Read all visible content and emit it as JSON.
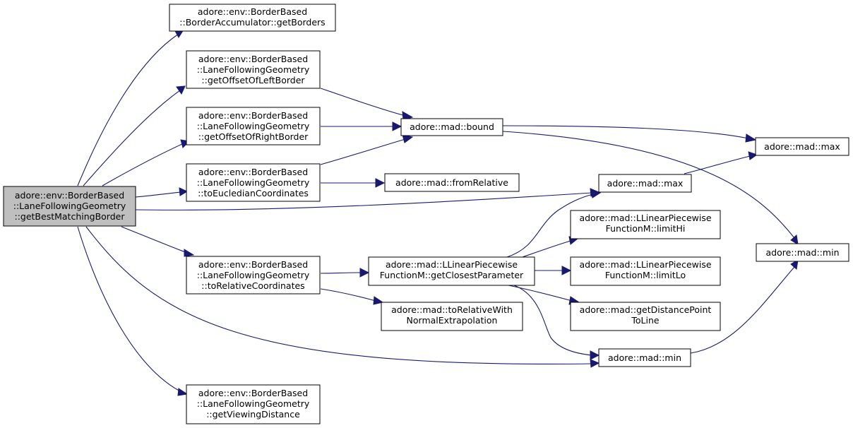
{
  "graph": {
    "nodes": {
      "root": [
        "adore::env::BorderBased",
        "::LaneFollowingGeometry",
        "::getBestMatchingBorder"
      ],
      "getBorders": [
        "adore::env::BorderBased",
        "::BorderAccumulator::getBorders"
      ],
      "getOffsetOfLeftBorder": [
        "adore::env::BorderBased",
        "::LaneFollowingGeometry",
        "::getOffsetOfLeftBorder"
      ],
      "getOffsetOfRightBorder": [
        "adore::env::BorderBased",
        "::LaneFollowingGeometry",
        "::getOffsetOfRightBorder"
      ],
      "toEucledianCoordinates": [
        "adore::env::BorderBased",
        "::LaneFollowingGeometry",
        "::toEucledianCoordinates"
      ],
      "toRelativeCoordinates": [
        "adore::env::BorderBased",
        "::LaneFollowingGeometry",
        "::toRelativeCoordinates"
      ],
      "getViewingDistance": [
        "adore::env::BorderBased",
        "::LaneFollowingGeometry",
        "::getViewingDistance"
      ],
      "bound": [
        "adore::mad::bound"
      ],
      "fromRelative": [
        "adore::mad::fromRelative"
      ],
      "max_mid": [
        "adore::mad::max"
      ],
      "max_right": [
        "adore::mad::max"
      ],
      "min_right": [
        "adore::mad::min"
      ],
      "min_mid": [
        "adore::mad::min"
      ],
      "getClosestParameter": [
        "adore::mad::LLinearPiecewise",
        "FunctionM::getClosestParameter"
      ],
      "toRelativeWithNormalExtrapolation": [
        "adore::mad::toRelativeWith",
        "NormalExtrapolation"
      ],
      "limitHi": [
        "adore::mad::LLinearPiecewise",
        "FunctionM::limitHi"
      ],
      "limitLo": [
        "adore::mad::LLinearPiecewise",
        "FunctionM::limitLo"
      ],
      "getDistancePointToLine": [
        "adore::mad::getDistancePoint",
        "ToLine"
      ]
    },
    "edges": [
      [
        "root",
        "getBorders"
      ],
      [
        "root",
        "getOffsetOfLeftBorder"
      ],
      [
        "root",
        "getOffsetOfRightBorder"
      ],
      [
        "root",
        "toEucledianCoordinates"
      ],
      [
        "root",
        "max_mid"
      ],
      [
        "root",
        "toRelativeCoordinates"
      ],
      [
        "root",
        "min_mid"
      ],
      [
        "root",
        "getViewingDistance"
      ],
      [
        "getOffsetOfLeftBorder",
        "bound"
      ],
      [
        "getOffsetOfRightBorder",
        "bound"
      ],
      [
        "toEucledianCoordinates",
        "bound"
      ],
      [
        "toEucledianCoordinates",
        "fromRelative"
      ],
      [
        "bound",
        "max_right"
      ],
      [
        "bound",
        "min_right"
      ],
      [
        "max_mid",
        "max_right"
      ],
      [
        "toRelativeCoordinates",
        "getClosestParameter"
      ],
      [
        "toRelativeCoordinates",
        "toRelativeWithNormalExtrapolation"
      ],
      [
        "getClosestParameter",
        "max_mid"
      ],
      [
        "getClosestParameter",
        "limitHi"
      ],
      [
        "getClosestParameter",
        "limitLo"
      ],
      [
        "getClosestParameter",
        "getDistancePointToLine"
      ],
      [
        "getClosestParameter",
        "min_mid"
      ],
      [
        "min_mid",
        "min_right"
      ]
    ]
  }
}
